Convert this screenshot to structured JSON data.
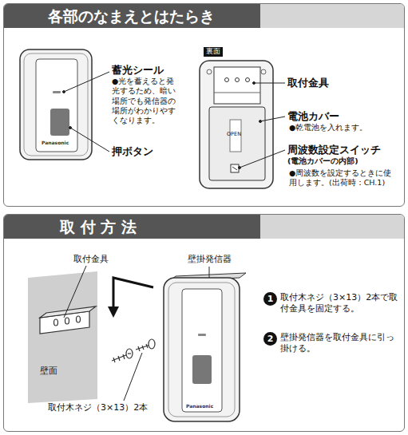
{
  "diagram": {
    "nodes": [
      {
        "text": [
          "各部のなまえとはたらき"
        ]
      },
      {
        "text": [
          "裏面"
        ],
        "in": 0
      },
      {
        "text": [
          "取 付 方 法"
        ]
      }
    ],
    "labels": [
      "蓄光シール",
      "●光を蓄えると発光するため、暗い場所でも発信器の場所がわかりやすくなります。",
      "押ボタン",
      "Panasonic",
      "取付金具",
      "電池カバー",
      "●乾電池を入れます。",
      "OPEN",
      "周波数設定スイッチ",
      "(電池カバーの内部)",
      "●周波数を設定するときに使用します。(出荷時：CH.1)",
      "取付金具",
      "壁掛発信器",
      "壁面",
      "取付木ネジ（3×13）2本",
      "Panasonic",
      "1",
      "取付木ネジ（3×13）2本で取付金具を固定する。",
      "2",
      "壁掛発信器を取付金具に引っ掛ける。"
    ]
  }
}
